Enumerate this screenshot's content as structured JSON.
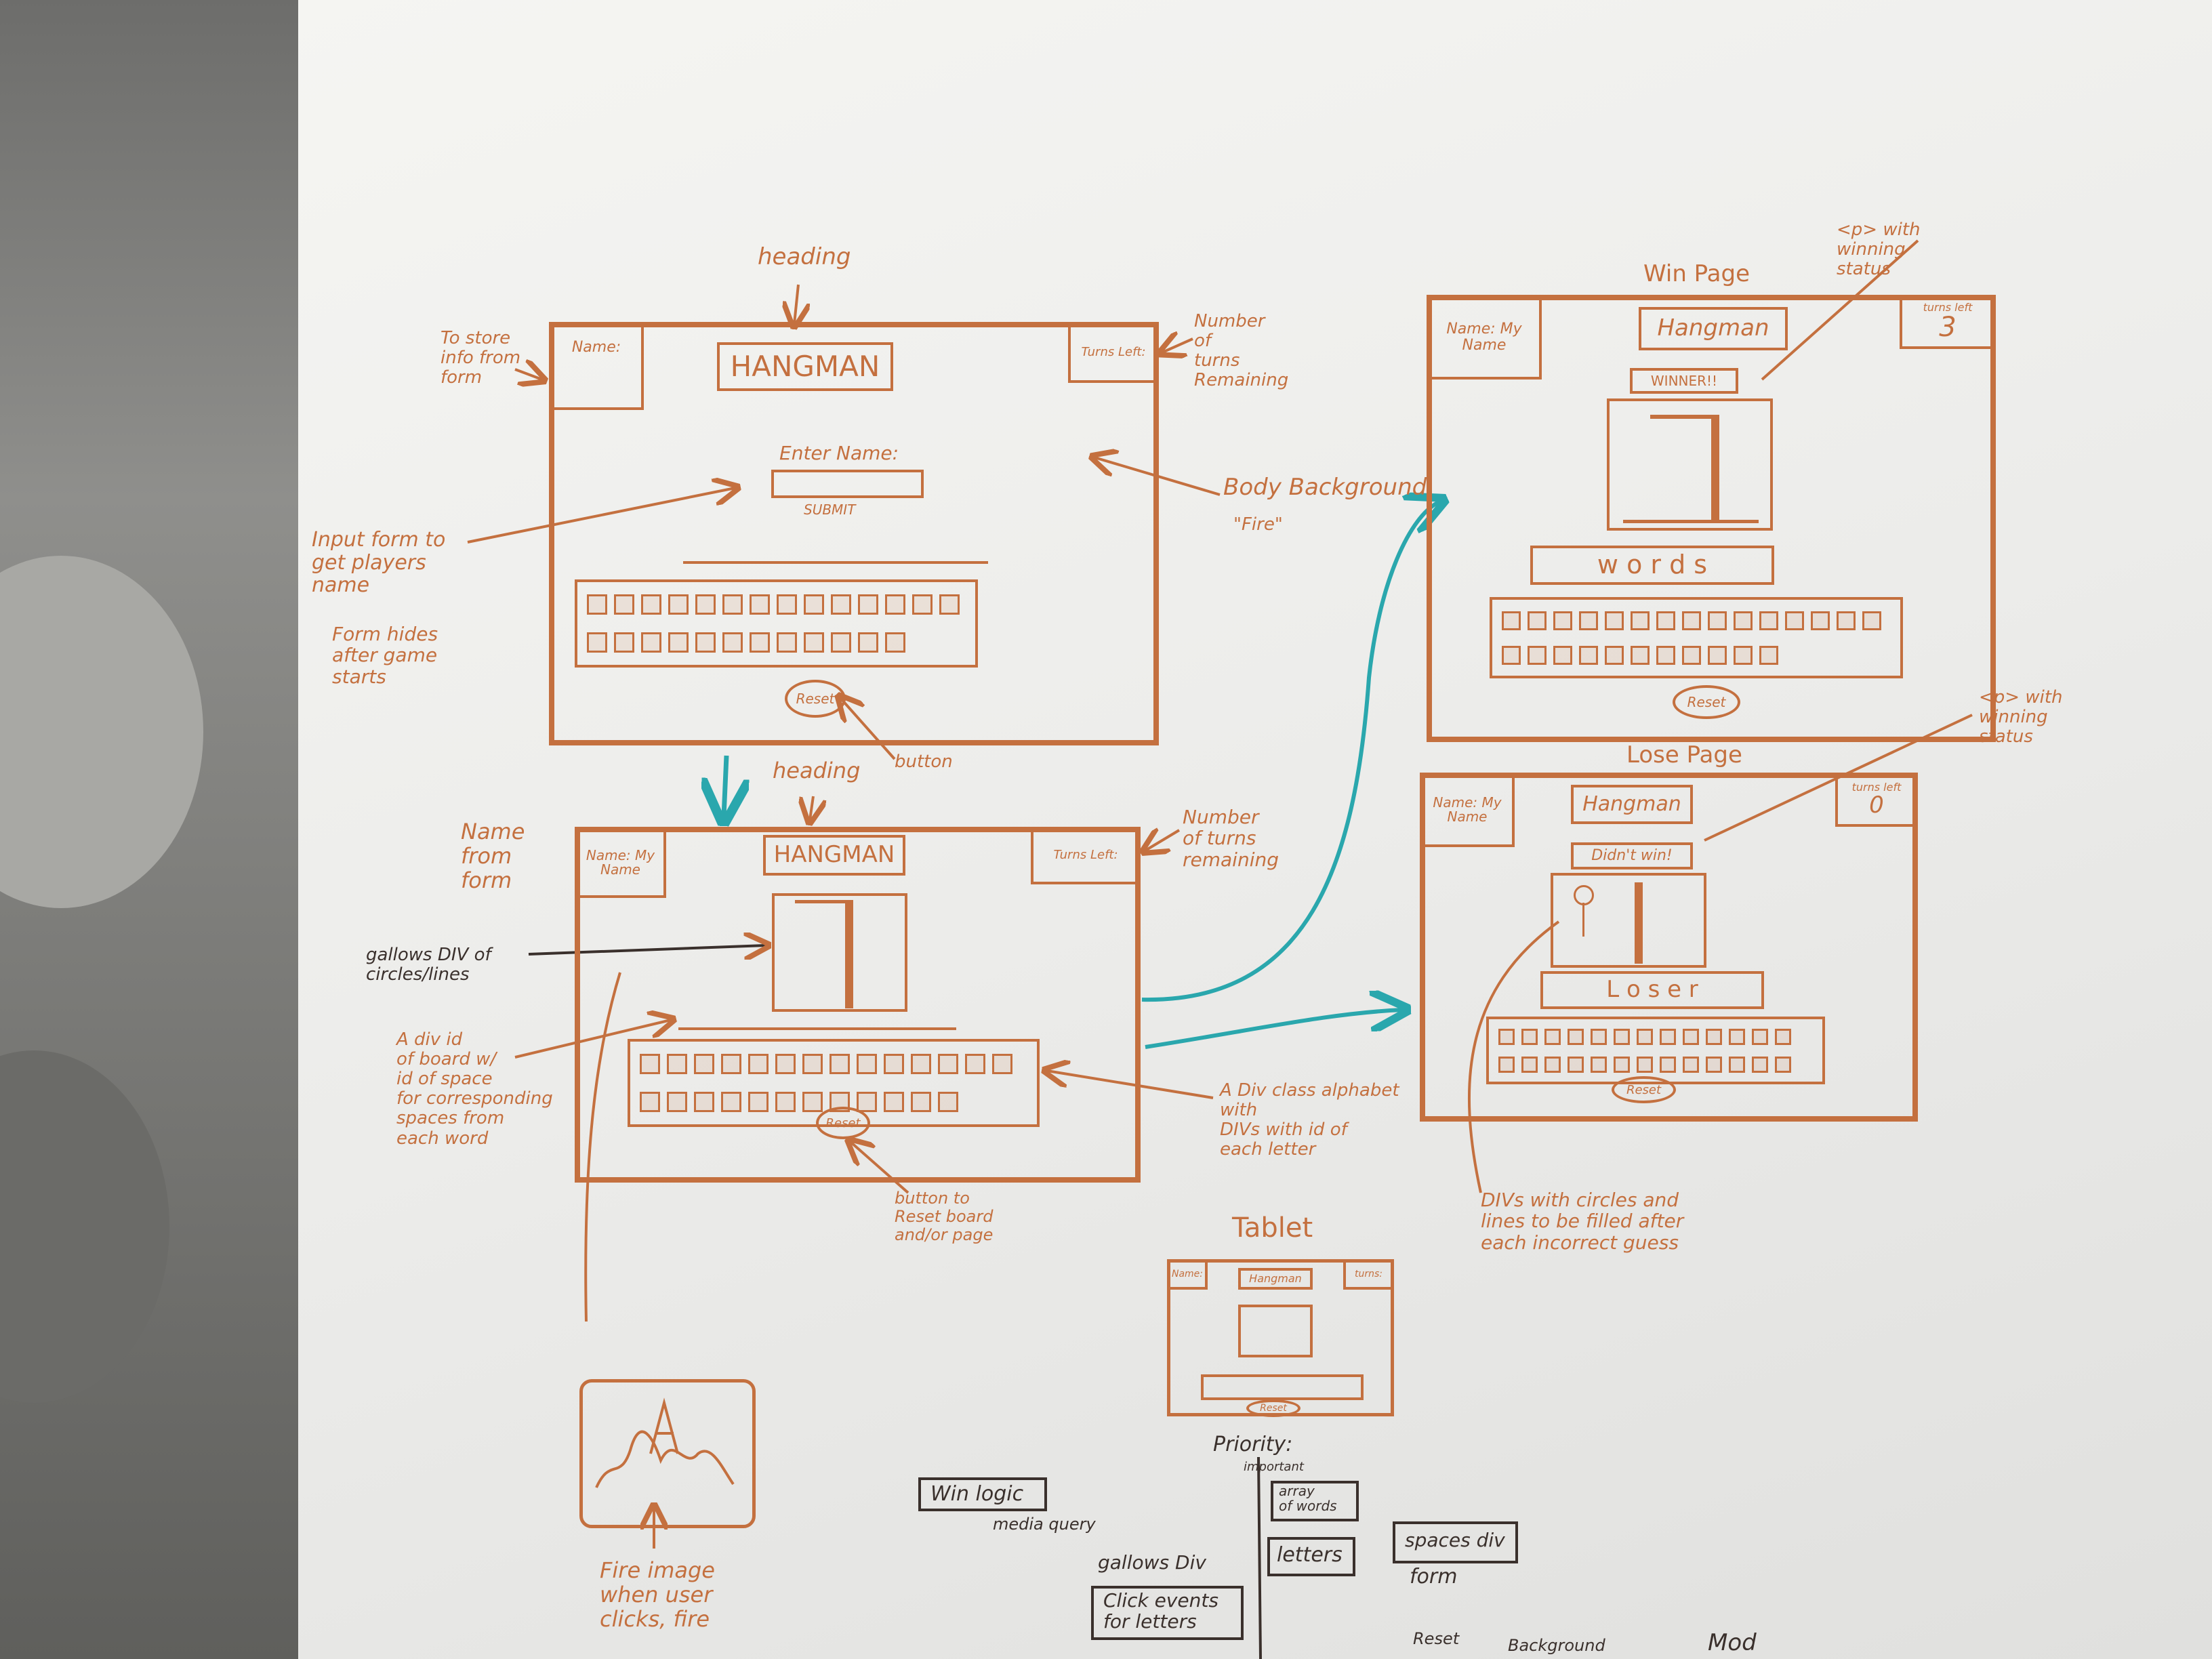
{
  "colors": {
    "marker_orange": "#c4703f",
    "marker_teal": "#2aa7ad",
    "marker_dark": "#3a302c",
    "board": "#eeeeec"
  },
  "icons": [
    "fire-image-icon",
    "gallows-icon",
    "stick-figure-icon",
    "arrow-icon"
  ],
  "start_screen": {
    "heading_note": "heading",
    "title": "HANGMAN",
    "name_box": "Name:",
    "turns_box": "Turns Left:",
    "form_label": "Enter Name:",
    "form_button": "SUBMIT",
    "reset": "Reset"
  },
  "start_notes": {
    "to_store": "To store\ninfo from\nform",
    "turns_remaining": "Number\nof\nturns\nRemaining",
    "input_form": "Input form to\nget players\nname",
    "form_hides": "Form hides\nafter game\nstarts",
    "body_background": "Body Background",
    "fire": "\"Fire\"",
    "button": "button"
  },
  "game_screen": {
    "heading_note": "heading",
    "title": "HANGMAN",
    "name_box": "Name:\nMy Name",
    "turns_box": "Turns Left:",
    "reset": "Reset"
  },
  "game_notes": {
    "name_from_form": "Name\nfrom\nform",
    "turns_remaining": "Number\nof turns\nremaining",
    "gallows_div": "gallows DIV of\ncircles/lines",
    "board_div": "A div id\nof board w/\nid of space\nfor corresponding\nspaces from\neach word",
    "alphabet_div": "A Div class alphabet\nwith\nDIVs with id of\neach letter",
    "reset_button": "button to\nReset board\nand/or page"
  },
  "win_page": {
    "label": "Win Page",
    "name_box": "Name:\nMy Name",
    "title": "Hangman",
    "status": "WINNER!!",
    "turns_label": "turns left",
    "turns_value": "3",
    "word": "w o r d s",
    "reset": "Reset",
    "note": "<p> with\nwinning\nstatus"
  },
  "lose_page": {
    "label": "Lose Page",
    "name_box": "Name:\nMy Name",
    "title": "Hangman",
    "status": "Didn't win!",
    "turns_label": "turns left",
    "turns_value": "0",
    "word": "L o s e r",
    "reset": "Reset",
    "note": "<p> with\nwinning\nstatus"
  },
  "divs_note": "DIVs with circles and\nlines to be filled after\neach incorrect guess",
  "tablet": {
    "label": "Tablet",
    "name_box": "Name:",
    "title": "Hangman",
    "turns_box": "turns:",
    "reset": "Reset"
  },
  "fire_note": "Fire image\nwhen user\nclicks, fire",
  "priority": {
    "label": "Priority:",
    "sub": "important",
    "left": [
      "Win logic",
      "media query",
      "gallows Div",
      "Click events\nfor letters"
    ],
    "middle": [
      "array\nof words",
      "letters"
    ],
    "right": [
      "spaces div",
      "form",
      "Reset",
      "Background",
      "Mod"
    ]
  }
}
